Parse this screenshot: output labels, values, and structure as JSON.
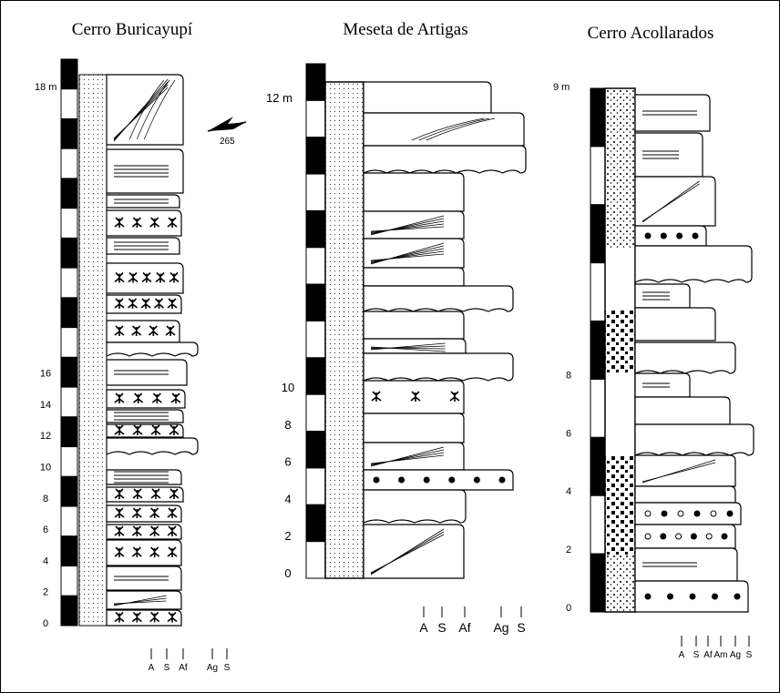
{
  "columns": [
    {
      "title": "Cerro Buricayupí",
      "unit_label": "18 m",
      "ticks": [
        "0",
        "2",
        "4",
        "6",
        "8",
        "10",
        "12",
        "14",
        "16"
      ],
      "grain_scale": [
        "A",
        "S",
        "Af",
        "Ag",
        "S"
      ]
    },
    {
      "title": "Meseta de Artigas",
      "unit_label": "12 m",
      "ticks": [
        "0",
        "2",
        "4",
        "6",
        "8",
        "10"
      ],
      "grain_scale": [
        "A",
        "S",
        "Af",
        "Ag",
        "S"
      ]
    },
    {
      "title": "Cerro Acollarados",
      "unit_label": "9 m",
      "ticks": [
        "0",
        "2",
        "4",
        "6",
        "8"
      ],
      "grain_scale": [
        "A",
        "S",
        "Af",
        "Am",
        "Ag",
        "S"
      ]
    }
  ],
  "paleocurrent": {
    "azimuth_label": "265"
  },
  "colors": {
    "ink": "#000000",
    "paper": "#ffffff",
    "frame": "#000000"
  },
  "icons": [
    "paleocurrent-arrow-icon",
    "root-trace-icon",
    "pebble-icon"
  ]
}
